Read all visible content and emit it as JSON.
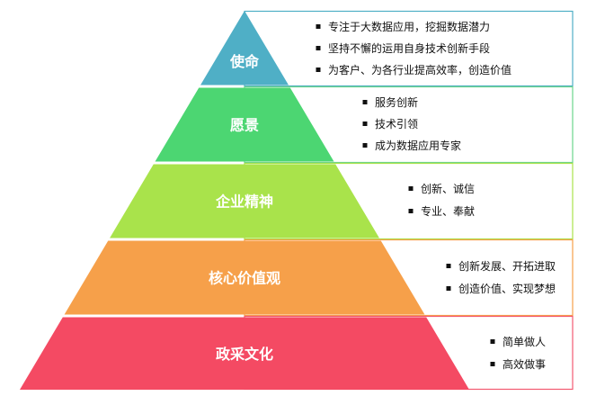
{
  "tiers": [
    {
      "label": "使命",
      "color": "#4FAFC6",
      "box_border": "#4FAFC6",
      "bullets": [
        "专注于大数据应用，挖掘数据潜力",
        "坚持不懈的运用自身技术创新手段",
        "为客户、为各行业提高效率，创造价值"
      ]
    },
    {
      "label": "愿景",
      "color": "#4CD672",
      "box_border": "#6BD48C",
      "bullets": [
        "服务创新",
        "技术引领",
        "成为数据应用专家"
      ]
    },
    {
      "label": "企业精神",
      "color": "#A9E34B",
      "box_border": "#A9E34B",
      "bullets": [
        "创新、诚信",
        "专业、奉献"
      ]
    },
    {
      "label": "核心价值观",
      "color": "#F6A04A",
      "box_border": "#F6A04A",
      "bullets": [
        "创新发展、开拓进取",
        "创造价值、实现梦想"
      ]
    },
    {
      "label": "政采文化",
      "color": "#F44A63",
      "box_border": "#F25A71",
      "bullets": [
        "简单做人",
        "高效做事"
      ]
    }
  ]
}
